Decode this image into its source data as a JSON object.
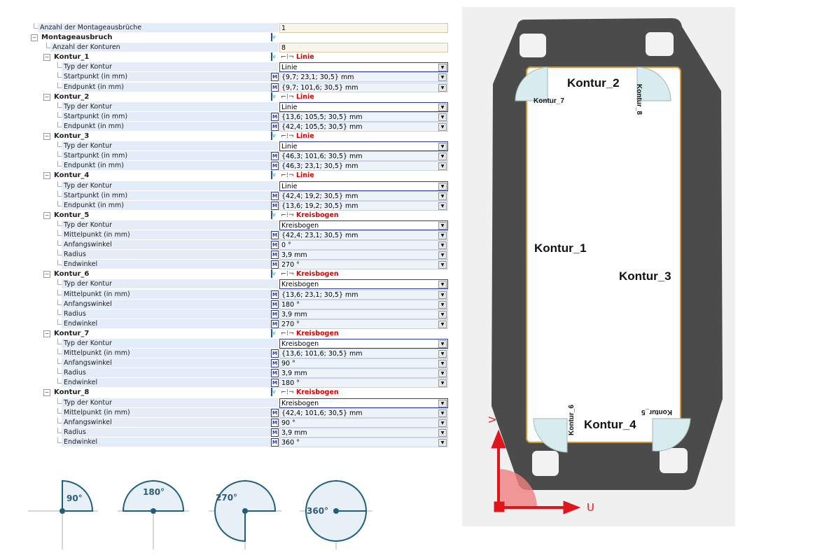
{
  "tree": {
    "rows": [
      {
        "kind": "plain",
        "level": 0,
        "label": "Anzahl der Montageausbrüche",
        "value": "1",
        "vstyle": "num"
      },
      {
        "kind": "group",
        "level": 0,
        "label": "Montageausbruch",
        "value": "",
        "vstyle": "head",
        "icon": "v"
      },
      {
        "kind": "plain",
        "level": 1,
        "label": "Anzahl der Konturen",
        "value": "8",
        "vstyle": "num"
      },
      {
        "kind": "group",
        "level": 1,
        "label": "Kontur_1",
        "value": "Linie",
        "vstyle": "head",
        "icon": "v"
      },
      {
        "kind": "plain",
        "level": 2,
        "label": "Typ der Kontur",
        "value": "Linie",
        "vstyle": "sel"
      },
      {
        "kind": "plain",
        "level": 2,
        "label": "Startpunkt (in mm)",
        "value": "{9,7; 23,1; 30,5} mm",
        "vstyle": "dd",
        "icon": "M"
      },
      {
        "kind": "plain",
        "level": 2,
        "label": "Endpunkt (in mm)",
        "value": "{9,7; 101,6; 30,5} mm",
        "vstyle": "dd",
        "icon": "M"
      },
      {
        "kind": "group",
        "level": 1,
        "label": "Kontur_2",
        "value": "Linie",
        "vstyle": "head",
        "icon": "v"
      },
      {
        "kind": "plain",
        "level": 2,
        "label": "Typ der Kontur",
        "value": "Linie",
        "vstyle": "sel"
      },
      {
        "kind": "plain",
        "level": 2,
        "label": "Startpunkt (in mm)",
        "value": "{13,6; 105,5; 30,5} mm",
        "vstyle": "dd",
        "icon": "M"
      },
      {
        "kind": "plain",
        "level": 2,
        "label": "Endpunkt (in mm)",
        "value": "{42,4; 105,5; 30,5} mm",
        "vstyle": "dd",
        "icon": "M"
      },
      {
        "kind": "group",
        "level": 1,
        "label": "Kontur_3",
        "value": "Linie",
        "vstyle": "head",
        "icon": "v"
      },
      {
        "kind": "plain",
        "level": 2,
        "label": "Typ der Kontur",
        "value": "Linie",
        "vstyle": "sel"
      },
      {
        "kind": "plain",
        "level": 2,
        "label": "Startpunkt (in mm)",
        "value": "{46,3; 101,6; 30,5} mm",
        "vstyle": "dd",
        "icon": "M"
      },
      {
        "kind": "plain",
        "level": 2,
        "label": "Endpunkt (in mm)",
        "value": "{46,3; 23,1; 30,5} mm",
        "vstyle": "dd",
        "icon": "M"
      },
      {
        "kind": "group",
        "level": 1,
        "label": "Kontur_4",
        "value": "Linie",
        "vstyle": "head",
        "icon": "v"
      },
      {
        "kind": "plain",
        "level": 2,
        "label": "Typ der Kontur",
        "value": "Linie",
        "vstyle": "sel"
      },
      {
        "kind": "plain",
        "level": 2,
        "label": "Startpunkt (in mm)",
        "value": "{42,4; 19,2; 30,5} mm",
        "vstyle": "dd",
        "icon": "M"
      },
      {
        "kind": "plain",
        "level": 2,
        "label": "Endpunkt (in mm)",
        "value": "{13,6; 19,2; 30,5} mm",
        "vstyle": "dd",
        "icon": "M"
      },
      {
        "kind": "group",
        "level": 1,
        "label": "Kontur_5",
        "value": "Kreisbogen",
        "vstyle": "head",
        "icon": "v"
      },
      {
        "kind": "plain",
        "level": 2,
        "label": "Typ der Kontur",
        "value": "Kreisbogen",
        "vstyle": "sel"
      },
      {
        "kind": "plain",
        "level": 2,
        "label": "Mittelpunkt (in mm)",
        "value": "{42,4; 23,1; 30,5} mm",
        "vstyle": "dd",
        "icon": "M"
      },
      {
        "kind": "plain",
        "level": 2,
        "label": "Anfangswinkel",
        "value": "0 °",
        "vstyle": "dd",
        "icon": "M"
      },
      {
        "kind": "plain",
        "level": 2,
        "label": "Radius",
        "value": "3,9 mm",
        "vstyle": "dd",
        "icon": "M"
      },
      {
        "kind": "plain",
        "level": 2,
        "label": "Endwinkel",
        "value": "270 °",
        "vstyle": "dd",
        "icon": "M"
      },
      {
        "kind": "group",
        "level": 1,
        "label": "Kontur_6",
        "value": "Kreisbogen",
        "vstyle": "head",
        "icon": "v"
      },
      {
        "kind": "plain",
        "level": 2,
        "label": "Typ der Kontur",
        "value": "Kreisbogen",
        "vstyle": "sel"
      },
      {
        "kind": "plain",
        "level": 2,
        "label": "Mittelpunkt (in mm)",
        "value": "{13,6; 23,1; 30,5} mm",
        "vstyle": "dd",
        "icon": "M"
      },
      {
        "kind": "plain",
        "level": 2,
        "label": "Anfangswinkel",
        "value": "180 °",
        "vstyle": "dd",
        "icon": "M"
      },
      {
        "kind": "plain",
        "level": 2,
        "label": "Radius",
        "value": "3,9 mm",
        "vstyle": "dd",
        "icon": "M"
      },
      {
        "kind": "plain",
        "level": 2,
        "label": "Endwinkel",
        "value": "270 °",
        "vstyle": "dd",
        "icon": "M"
      },
      {
        "kind": "group",
        "level": 1,
        "label": "Kontur_7",
        "value": "Kreisbogen",
        "vstyle": "head",
        "icon": "v"
      },
      {
        "kind": "plain",
        "level": 2,
        "label": "Typ der Kontur",
        "value": "Kreisbogen",
        "vstyle": "sel"
      },
      {
        "kind": "plain",
        "level": 2,
        "label": "Mittelpunkt (in mm)",
        "value": "{13,6; 101,6; 30,5} mm",
        "vstyle": "dd",
        "icon": "M"
      },
      {
        "kind": "plain",
        "level": 2,
        "label": "Anfangswinkel",
        "value": "90 °",
        "vstyle": "dd",
        "icon": "M"
      },
      {
        "kind": "plain",
        "level": 2,
        "label": "Radius",
        "value": "3,9 mm",
        "vstyle": "dd",
        "icon": "M"
      },
      {
        "kind": "plain",
        "level": 2,
        "label": "Endwinkel",
        "value": "180 °",
        "vstyle": "dd",
        "icon": "M"
      },
      {
        "kind": "group",
        "level": 1,
        "label": "Kontur_8",
        "value": "Kreisbogen",
        "vstyle": "head",
        "icon": "v"
      },
      {
        "kind": "plain",
        "level": 2,
        "label": "Typ der Kontur",
        "value": "Kreisbogen",
        "vstyle": "sel"
      },
      {
        "kind": "plain",
        "level": 2,
        "label": "Mittelpunkt (in mm)",
        "value": "{42,4; 101,6; 30,5} mm",
        "vstyle": "dd",
        "icon": "M"
      },
      {
        "kind": "plain",
        "level": 2,
        "label": "Anfangswinkel",
        "value": "90 °",
        "vstyle": "dd",
        "icon": "M"
      },
      {
        "kind": "plain",
        "level": 2,
        "label": "Radius",
        "value": "3,9 mm",
        "vstyle": "dd",
        "icon": "M"
      },
      {
        "kind": "plain",
        "level": 2,
        "label": "Endwinkel",
        "value": "360 °",
        "vstyle": "dd",
        "icon": "M"
      }
    ]
  },
  "angles": [
    {
      "label": "90°"
    },
    {
      "label": "180°"
    },
    {
      "label": "270°"
    },
    {
      "label": "360°"
    }
  ],
  "model": {
    "labels": {
      "k1": "Kontur_1",
      "k2": "Kontur_2",
      "k3": "Kontur_3",
      "k4": "Kontur_4",
      "k5": "Kontur_5",
      "k6": "Kontur_6",
      "k7": "Kontur_7",
      "k8": "Kontur_8"
    },
    "axes": {
      "x": "U",
      "y": "V"
    },
    "colors": {
      "part": "#4b4b4b",
      "edge": "#d4952a",
      "arc": "#d8ecef",
      "axis": "#e0141b"
    }
  }
}
